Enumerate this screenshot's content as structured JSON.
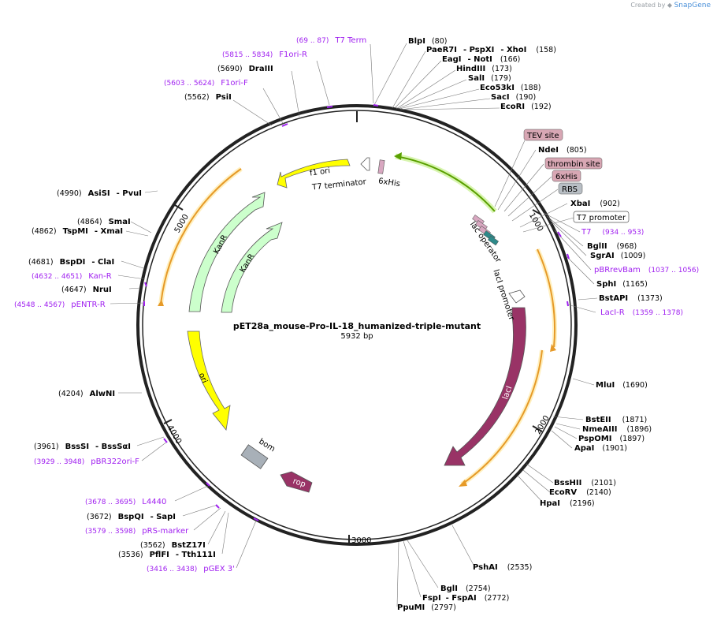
{
  "credit": {
    "created_by": "Created by",
    "brand": "SnapGene"
  },
  "plasmid": {
    "name": "pET28a_mouse-Pro-IL-18_humanized-triple-mutant",
    "size": "5932 bp"
  },
  "ticks": [
    "1000",
    "2000",
    "3000",
    "4000",
    "5000"
  ],
  "features": {
    "f1_ori": "f1 ori",
    "t7_terminator": "T7 terminator",
    "his6_top": "6xHis",
    "kanr1": "KanR",
    "kanr2": "KanR",
    "ori": "ori",
    "bom": "bom",
    "rop": "rop",
    "laci": "lacI",
    "lac_operator": "lac operator",
    "laci_promoter": "lacI promoter"
  },
  "boxed": {
    "tev": "TEV site",
    "thrombin": "thrombin site",
    "his6": "6xHis",
    "rbs": "RBS",
    "t7_promoter": "T7 promoter"
  },
  "sites_right": [
    {
      "name": "BlpI",
      "pos": "(80)"
    },
    {
      "name": "PaeR7I",
      "extra": "- PspXI",
      "extra2": "- XhoI",
      "pos": "(158)"
    },
    {
      "name": "EagI",
      "extra": "- NotI",
      "pos": "(166)"
    },
    {
      "name": "HindIII",
      "pos": "(173)"
    },
    {
      "name": "SalI",
      "pos": "(179)"
    },
    {
      "name": "Eco53kI",
      "pos": "(188)"
    },
    {
      "name": "SacI",
      "pos": "(190)"
    },
    {
      "name": "EcoRI",
      "pos": "(192)"
    },
    {
      "name": "NdeI",
      "pos": "(805)"
    },
    {
      "name": "XbaI",
      "pos": "(902)"
    },
    {
      "name": "BglII",
      "pos": "(968)"
    },
    {
      "name": "SgrAI",
      "pos": "(1009)"
    },
    {
      "name": "SphI",
      "pos": "(1165)"
    },
    {
      "name": "BstAPI",
      "pos": "(1373)"
    },
    {
      "name": "MluI",
      "pos": "(1690)"
    },
    {
      "name": "BstEII",
      "pos": "(1871)"
    },
    {
      "name": "NmeAIII",
      "pos": "(1896)"
    },
    {
      "name": "PspOMI",
      "pos": "(1897)"
    },
    {
      "name": "ApaI",
      "pos": "(1901)"
    },
    {
      "name": "BssHII",
      "pos": "(2101)"
    },
    {
      "name": "EcoRV",
      "pos": "(2140)"
    },
    {
      "name": "HpaI",
      "pos": "(2196)"
    },
    {
      "name": "PshAI",
      "pos": "(2535)"
    },
    {
      "name": "BglI",
      "pos": "(2754)"
    },
    {
      "name": "FspI",
      "extra": "- FspAI",
      "pos": "(2772)"
    },
    {
      "name": "PpuMI",
      "pos": "(2797)"
    }
  ],
  "sites_left": [
    {
      "pos": "(5690)",
      "name": "DraIII"
    },
    {
      "pos": "(5562)",
      "name": "PsiI"
    },
    {
      "pos": "(4990)",
      "name": "AsiSI",
      "extra": "- PvuI"
    },
    {
      "pos": "(4864)",
      "name": "SmaI"
    },
    {
      "pos": "(4862)",
      "name": "TspMI",
      "extra": "- XmaI"
    },
    {
      "pos": "(4681)",
      "name": "BspDI",
      "extra": "- ClaI"
    },
    {
      "pos": "(4647)",
      "name": "NruI"
    },
    {
      "pos": "(4204)",
      "name": "AlwNI"
    },
    {
      "pos": "(3961)",
      "name": "BssSI",
      "extra": "- BssSαI"
    },
    {
      "pos": "(3672)",
      "name": "BspQI",
      "extra": "- SapI"
    },
    {
      "pos": "(3562)",
      "name": "BstZ17I"
    },
    {
      "pos": "(3536)",
      "name": "PflFI",
      "extra": "- Tth111I"
    }
  ],
  "primers": [
    {
      "range": "(69 .. 87)",
      "name": "T7 Term"
    },
    {
      "range": "(5815 .. 5834)",
      "name": "F1ori-R"
    },
    {
      "range": "(5603 .. 5624)",
      "name": "F1ori-F"
    },
    {
      "name": "T7",
      "range": "(934 .. 953)"
    },
    {
      "name": "pBRrevBam",
      "range": "(1037 .. 1056)"
    },
    {
      "name": "LacI-R",
      "range": "(1359 .. 1378)"
    },
    {
      "range": "(4632 .. 4651)",
      "name": "Kan-R"
    },
    {
      "range": "(4548 .. 4567)",
      "name": "pENTR-R"
    },
    {
      "range": "(3929 .. 3948)",
      "name": "pBR322ori-F"
    },
    {
      "range": "(3678 .. 3695)",
      "name": "L4440"
    },
    {
      "range": "(3579 .. 3598)",
      "name": "pRS-marker"
    },
    {
      "range": "(3416 .. 3438)",
      "name": "pGEX 3'"
    }
  ],
  "colors": {
    "backbone": "#222222",
    "yellow": "#ffff00",
    "kanr": "#ccffcc",
    "laci": "#993366",
    "primer": "#a020f0",
    "orange": "#e69a28",
    "green_line": "#5aa000",
    "bom": "#a8b0b8"
  }
}
